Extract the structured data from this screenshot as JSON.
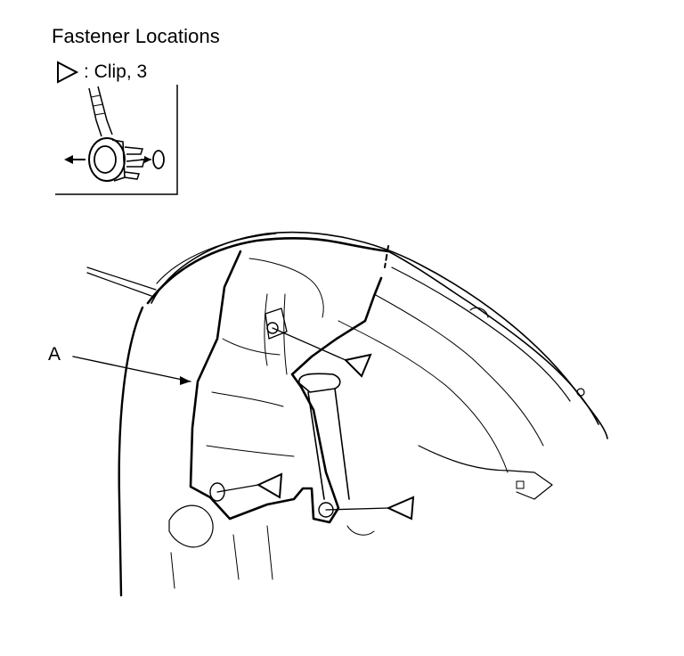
{
  "header": {
    "title": "Fastener Locations"
  },
  "legend": {
    "symbol": "triangle-marker-icon",
    "label": ": Clip, 3"
  },
  "callouts": {
    "part_a": "A"
  }
}
